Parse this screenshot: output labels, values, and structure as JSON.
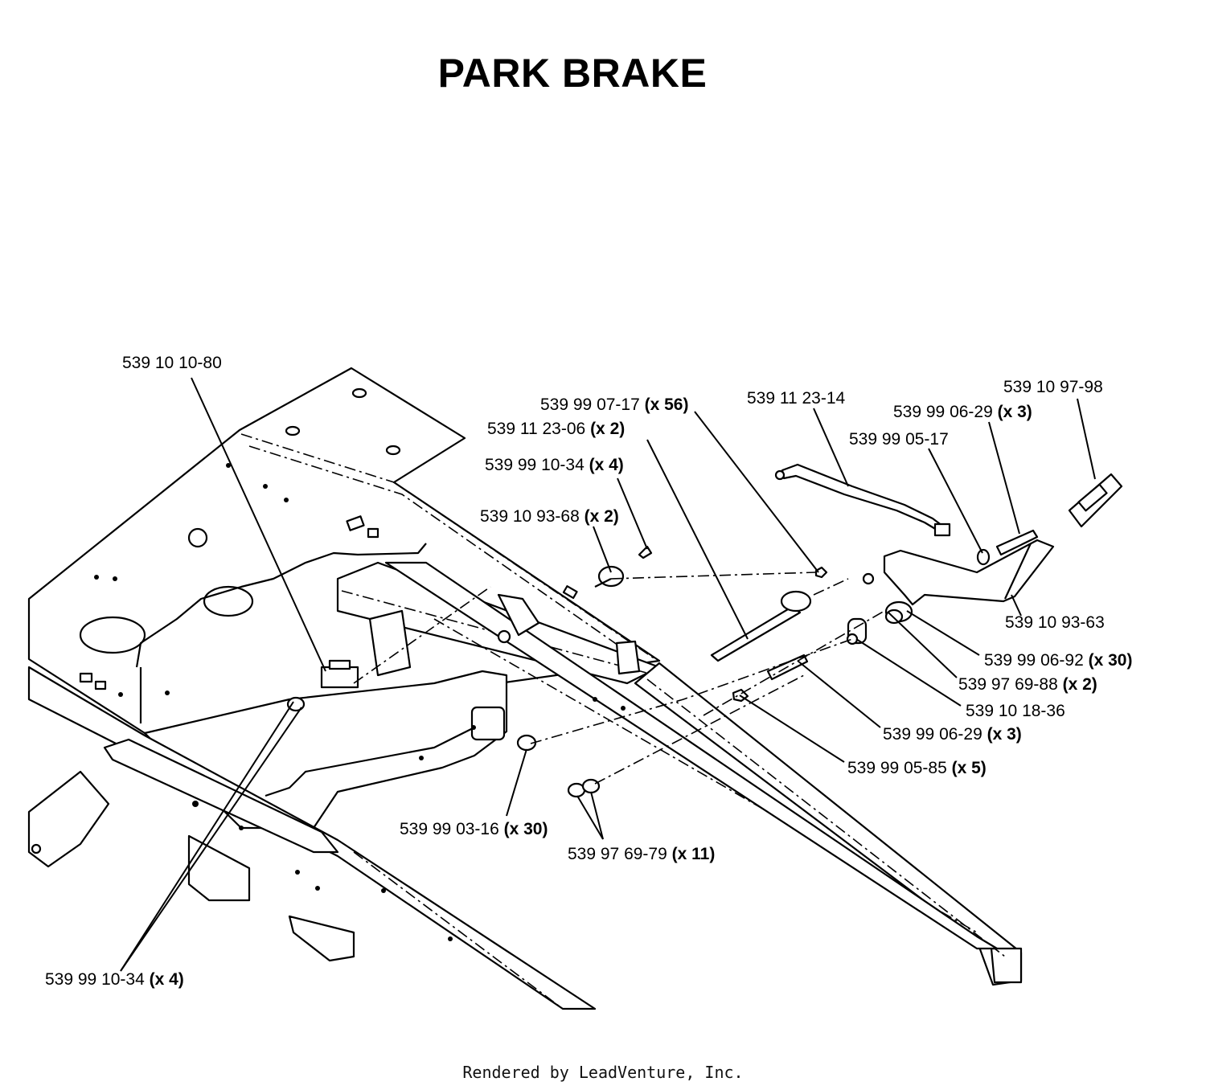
{
  "title": "PARK BRAKE",
  "footer": "Rendered by LeadVenture, Inc.",
  "callouts": [
    {
      "part": "539 10 10-80",
      "qty": ""
    },
    {
      "part": "539 99 07-17",
      "qty": "(x 56)"
    },
    {
      "part": "539 11 23-06",
      "qty": "(x 2)"
    },
    {
      "part": "539 99 10-34",
      "qty": "(x 4)"
    },
    {
      "part": "539 10 93-68",
      "qty": "(x 2)"
    },
    {
      "part": "539 11 23-14",
      "qty": ""
    },
    {
      "part": "539 10 97-98",
      "qty": ""
    },
    {
      "part": "539 99 06-29",
      "qty": "(x 3)"
    },
    {
      "part": "539 99 05-17",
      "qty": ""
    },
    {
      "part": "539 10 93-63",
      "qty": ""
    },
    {
      "part": "539 99 06-92",
      "qty": "(x 30)"
    },
    {
      "part": "539 97 69-88",
      "qty": "(x 2)"
    },
    {
      "part": "539 10 18-36",
      "qty": ""
    },
    {
      "part": "539 99 06-29",
      "qty": "(x 3)"
    },
    {
      "part": "539 99 05-85",
      "qty": "(x 5)"
    },
    {
      "part": "539 99 03-16",
      "qty": "(x 30)"
    },
    {
      "part": "539 97 69-79",
      "qty": "(x 11)"
    },
    {
      "part": "539 99 10-34",
      "qty": "(x 4)"
    }
  ]
}
